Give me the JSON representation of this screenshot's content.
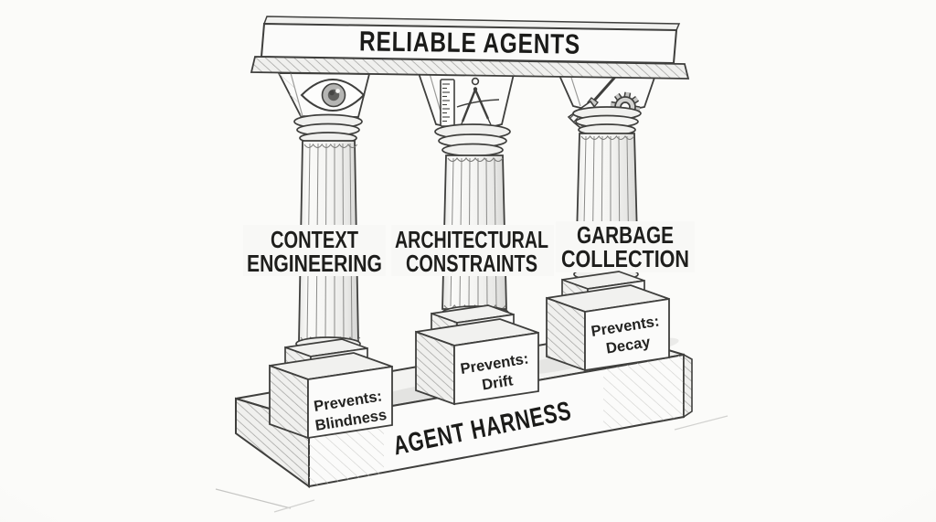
{
  "diagram": {
    "title": "RELIABLE AGENTS",
    "base_label": "AGENT HARNESS",
    "pillars": [
      {
        "icon": "eye-icon",
        "name_lines": [
          "CONTEXT",
          "ENGINEERING"
        ],
        "prevents_title": "Prevents:",
        "prevents_value": "Blindness"
      },
      {
        "icon": "ruler-compass-icon",
        "name_lines": [
          "ARCHITECTURAL",
          "CONSTRAINTS"
        ],
        "prevents_title": "Prevents:",
        "prevents_value": "Drift"
      },
      {
        "icon": "broom-gear-icon",
        "name_lines": [
          "GARBAGE",
          "COLLECTION"
        ],
        "prevents_title": "Prevents:",
        "prevents_value": "Decay"
      }
    ],
    "colors": {
      "ink": "#3f3f3d",
      "paper": "#fbfbfa",
      "background": "#f8f8f6",
      "shade": "#f0f0ee",
      "hatch": "#9f9f9d",
      "text": "#1e1e1c"
    }
  }
}
